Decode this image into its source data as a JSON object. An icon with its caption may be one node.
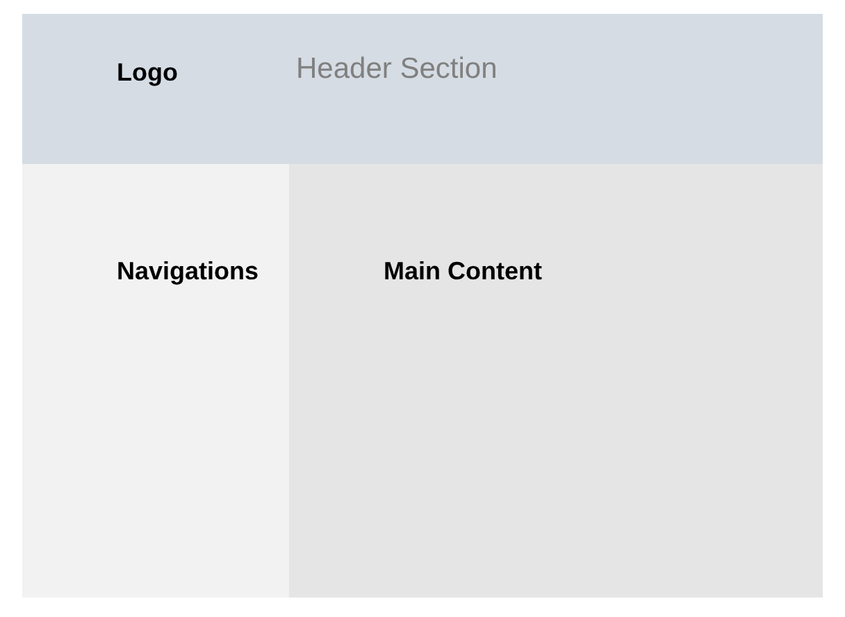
{
  "diagram": {
    "nodes": [
      {
        "text": [
          "Logo",
          "Header Section"
        ]
      },
      {
        "text": [
          "Navigations"
        ]
      },
      {
        "text": [
          "Main Content"
        ]
      }
    ]
  }
}
